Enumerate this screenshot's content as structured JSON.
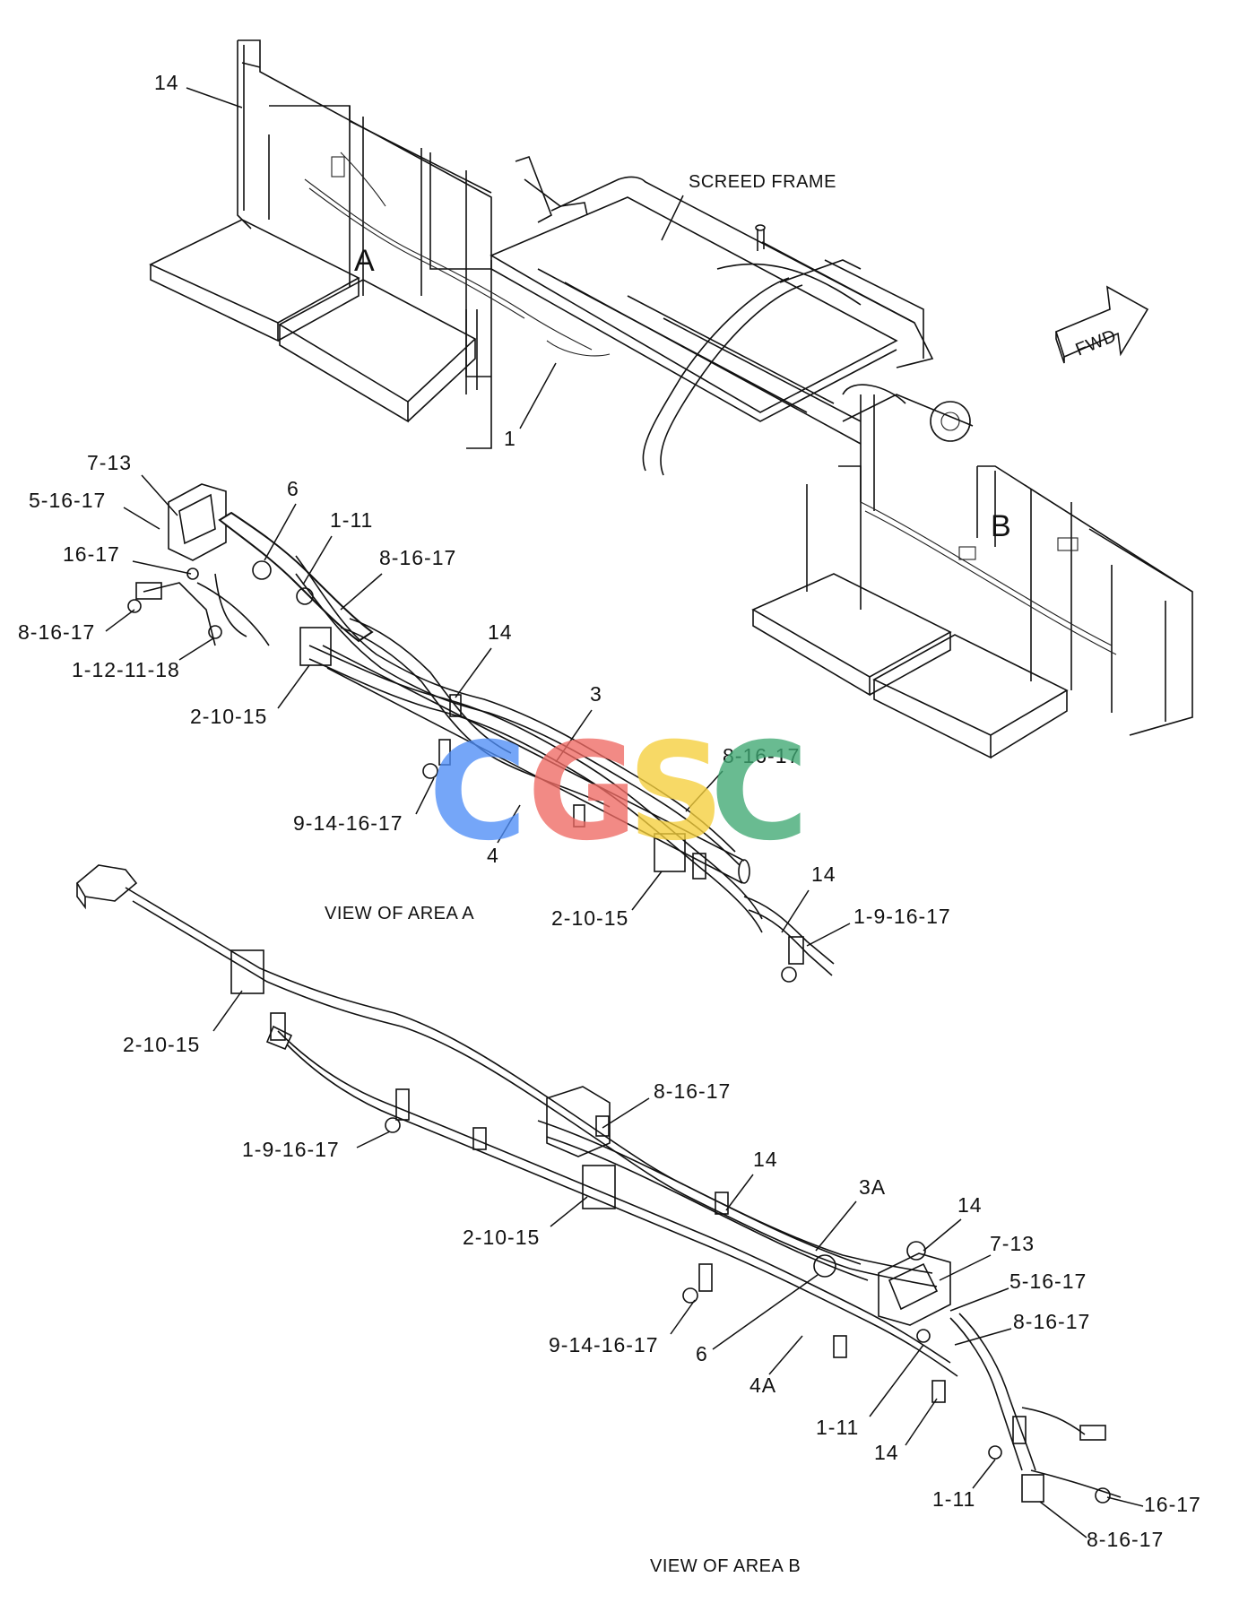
{
  "top_view": {
    "title": "SCREED FRAME",
    "area_a_marker": "A",
    "area_b_marker": "B",
    "fwd_arrow": "FWD",
    "callouts": [
      "14",
      "1"
    ]
  },
  "view_a": {
    "caption": "VIEW OF AREA A",
    "callouts": [
      "7-13",
      "5-16-17",
      "6",
      "1-11",
      "16-17",
      "8-16-17",
      "8-16-17",
      "1-12-11-18",
      "2-10-15",
      "14",
      "3",
      "8-16-17",
      "9-14-16-17",
      "4",
      "2-10-15",
      "14",
      "1-9-16-17"
    ]
  },
  "view_b": {
    "caption": "VIEW OF AREA  B",
    "callouts": [
      "2-10-15",
      "8-16-17",
      "1-9-16-17",
      "14",
      "2-10-15",
      "3A",
      "14",
      "7-13",
      "5-16-17",
      "8-16-17",
      "9-14-16-17",
      "6",
      "4A",
      "1-11",
      "14",
      "1-11",
      "16-17",
      "8-16-17"
    ]
  },
  "watermark": {
    "letters": [
      "C",
      "G",
      "S",
      "C"
    ],
    "colors": [
      "#4f8ef7",
      "#ef6a63",
      "#f5cf3c",
      "#3fa873"
    ]
  }
}
